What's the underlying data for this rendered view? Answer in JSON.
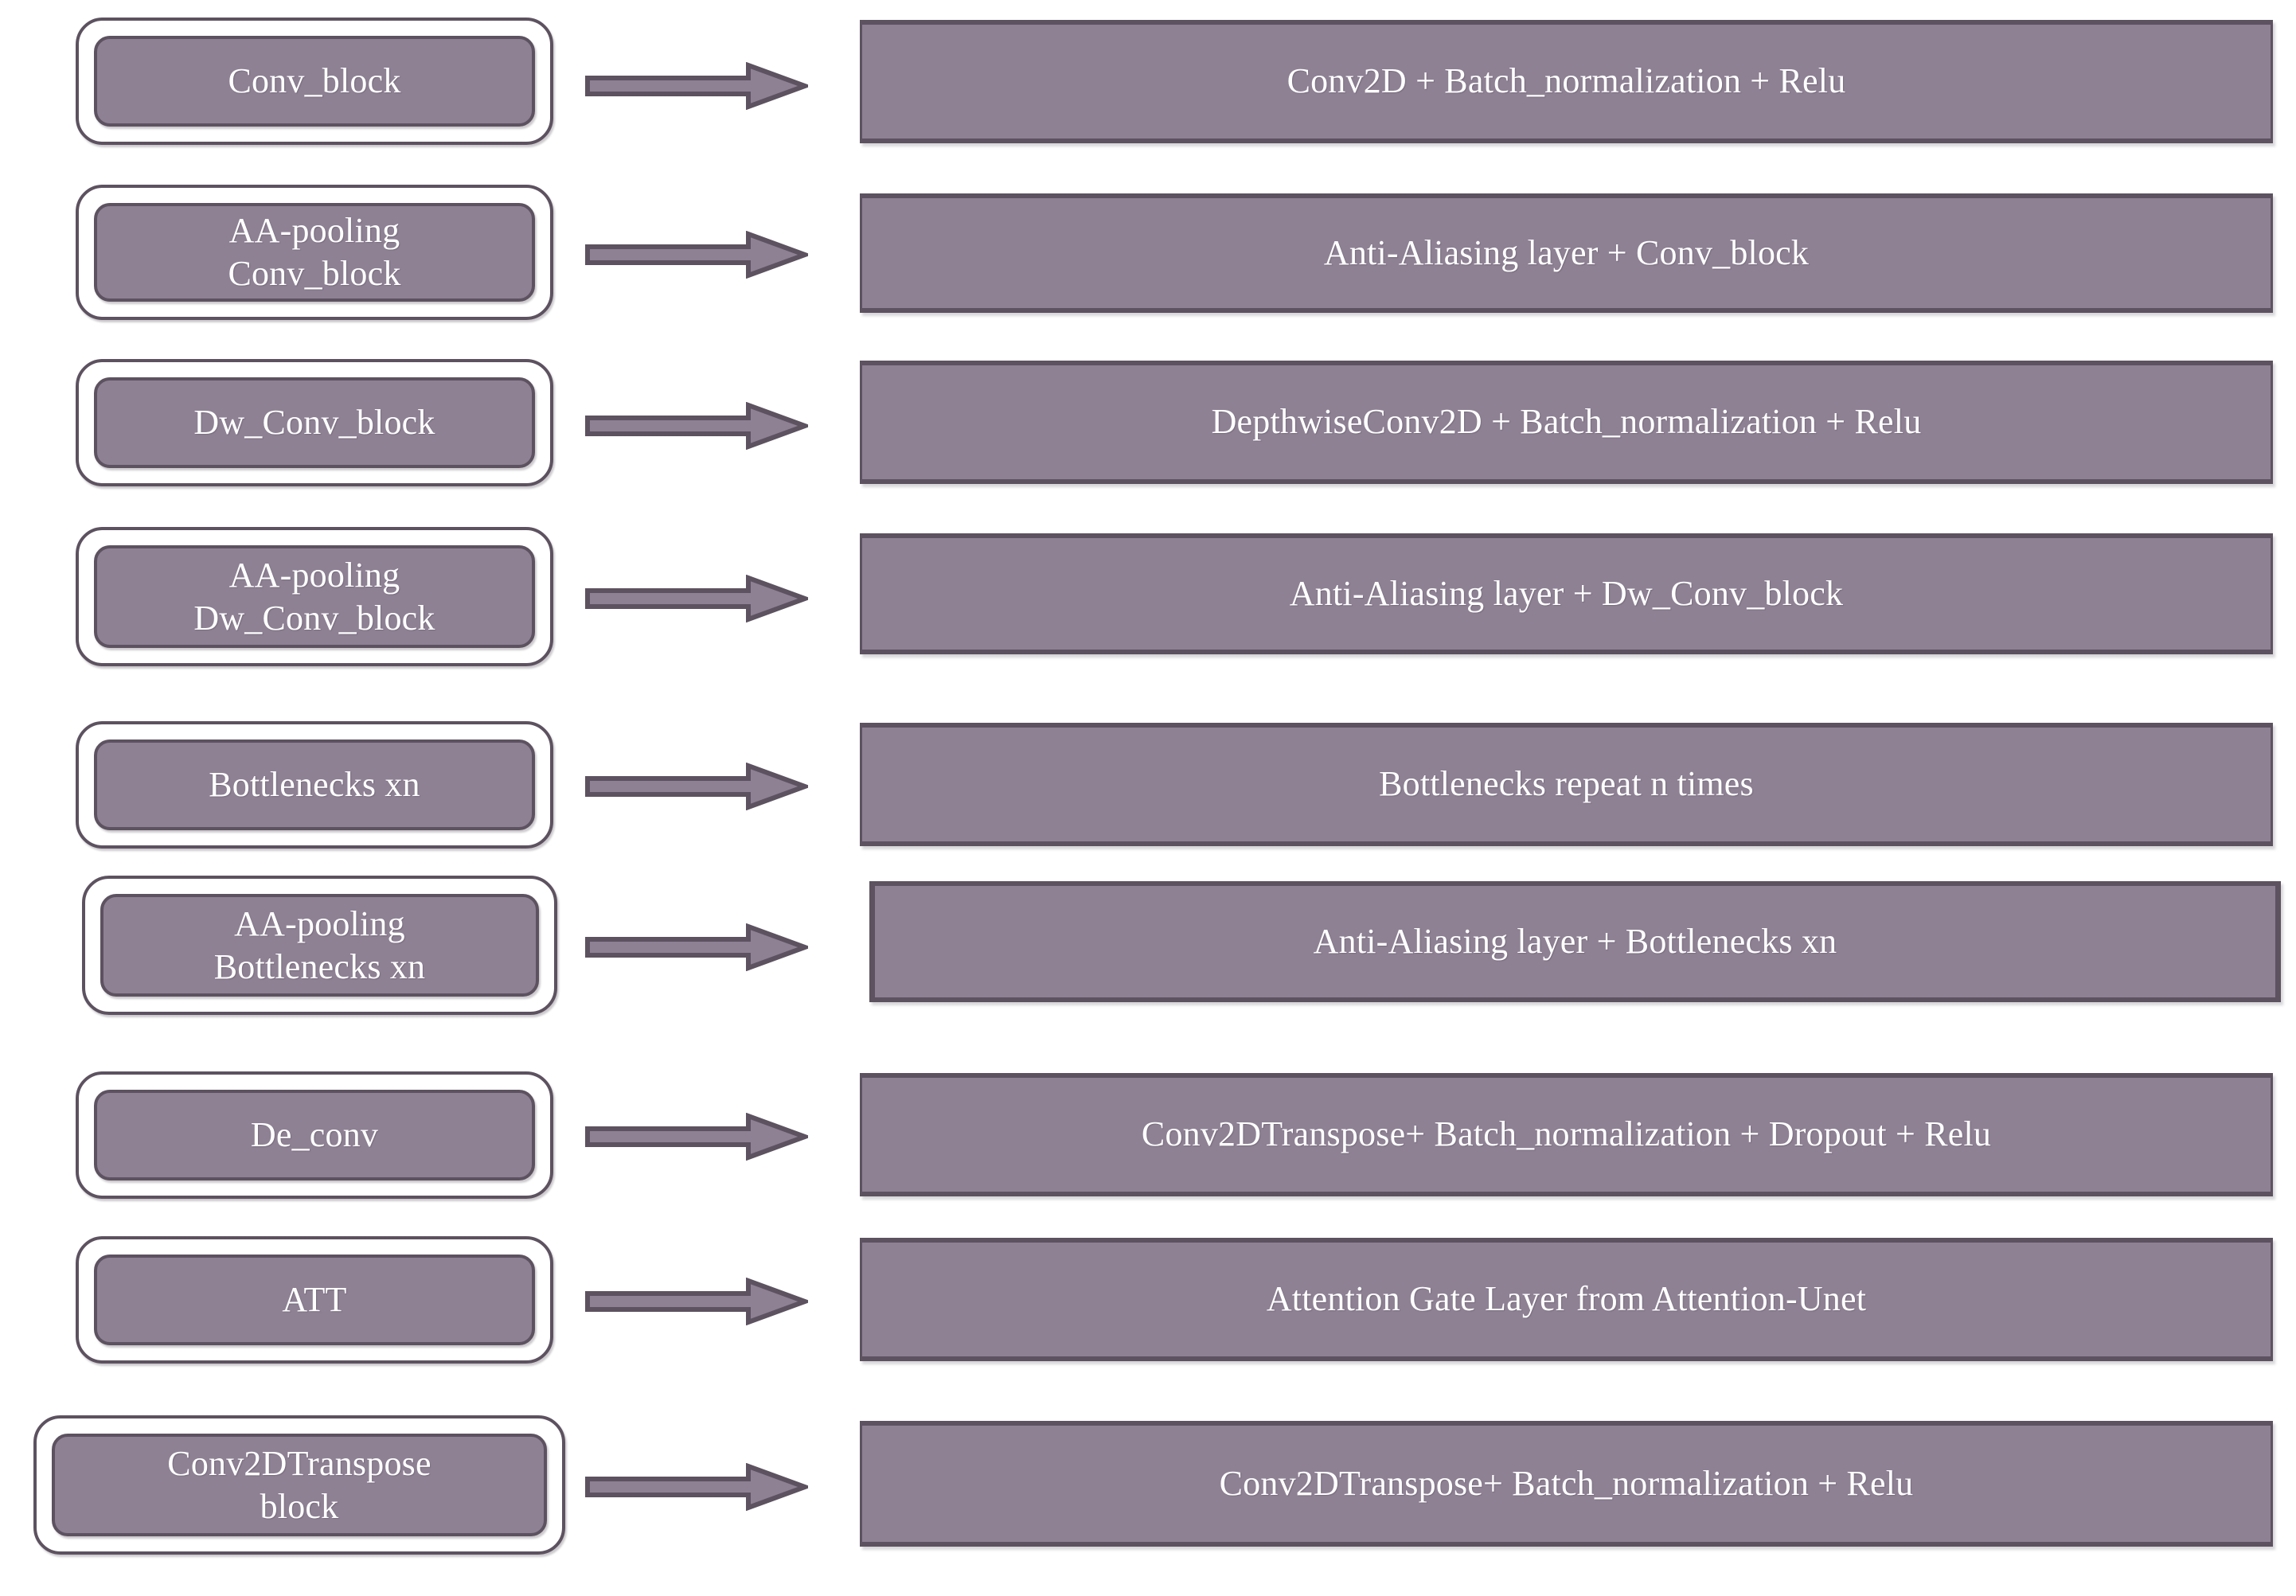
{
  "diagram": {
    "title": "Network building-block legend",
    "colors": {
      "block_fill": "#8e8194",
      "block_border": "#5d5260",
      "bar_fill": "#8e8194",
      "bar_border": "#5d5260",
      "arrow_fill": "#8e8194",
      "arrow_border": "#5d5260",
      "label_text": "#ffffff",
      "background": "#ffffff"
    },
    "arrow_icon_name": "right-arrow-icon",
    "rows": [
      {
        "block_label": "Conv_block",
        "description": "Conv2D + Batch_normalization + Relu"
      },
      {
        "block_label": "AA-pooling\nConv_block",
        "description": "Anti-Aliasing layer + Conv_block"
      },
      {
        "block_label": "Dw_Conv_block",
        "description": "DepthwiseConv2D + Batch_normalization + Relu"
      },
      {
        "block_label": "AA-pooling\nDw_Conv_block",
        "description": "Anti-Aliasing layer + Dw_Conv_block"
      },
      {
        "block_label": "Bottlenecks xn",
        "description": "Bottlenecks repeat n times"
      },
      {
        "block_label": "AA-pooling\nBottlenecks xn",
        "description": "Anti-Aliasing layer + Bottlenecks xn"
      },
      {
        "block_label": "De_conv",
        "description": "Conv2DTranspose+ Batch_normalization + Dropout + Relu"
      },
      {
        "block_label": "ATT",
        "description": "Attention Gate Layer from Attention-Unet"
      },
      {
        "block_label": "Conv2DTranspose\nblock",
        "description": "Conv2DTranspose+ Batch_normalization + Relu"
      }
    ]
  }
}
